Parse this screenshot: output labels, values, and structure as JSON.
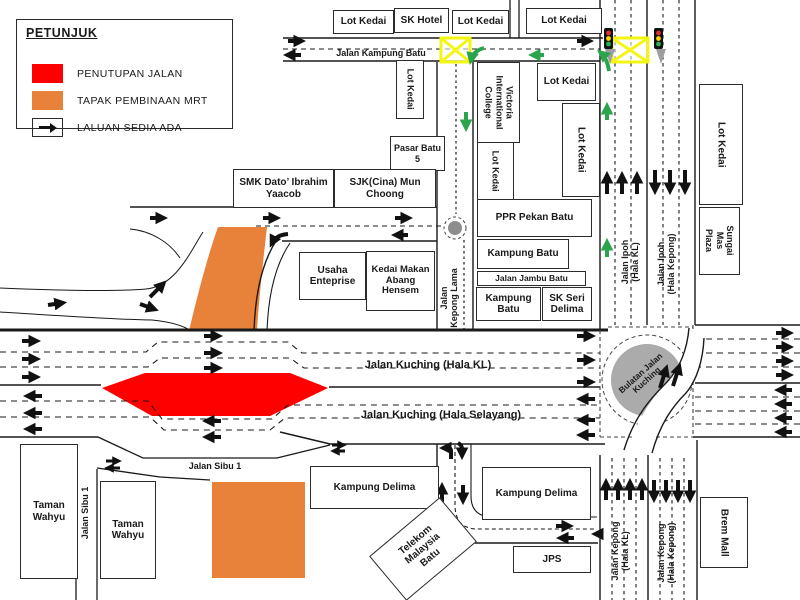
{
  "legend": {
    "title": "PETUNJUK",
    "items": [
      {
        "label": "PENUTUPAN  JALAN"
      },
      {
        "label": "TAPAK PEMBINAAN  MRT"
      },
      {
        "label": "LALUAN  SEDIA  ADA"
      }
    ]
  },
  "places": {
    "lot_kedai": "Lot Kedai",
    "sk_hotel": "SK Hotel",
    "pasar_batu_5": "Pasar Batu 5",
    "smk_dato": "SMK Dato’ Ibrahim Yaacob",
    "sjk_cina": "SJK(Cina) Mun Choong",
    "victoria_college": "Victoria International College",
    "ppr_pekan_batu": "PPR Pekan Batu",
    "kampung_batu": "Kampung Batu",
    "sk_seri_delima": "SK Seri Delima",
    "usaha_enteprise": "Usaha Enteprise",
    "kedai_makan": "Kedai Makan Abang Hensem",
    "sungai_mas_plaza": "Sungai Mas Plaza",
    "taman_wahyu": "Taman Wahyu",
    "kampung_delima": "Kampung Delima",
    "telekom_malaysia_batu": "Telekom Malaysia Batu",
    "jps": "JPS",
    "brem_mall": "Brem Mall"
  },
  "roads": {
    "jalan_kampung_batu": "Jalan Kampung Batu",
    "jalan_jambu_batu": "Jalan Jambu Batu",
    "jalan_kepong_lama": {
      "line1": "Jalan",
      "line2": "Kepong Lama"
    },
    "jalan_kuching_kl": "Jalan Kuching (Hala KL)",
    "jalan_kuching_selayang": "Jalan Kuching (Hala Selayang)",
    "jalan_ipoh_kl": {
      "line1": "Jalan Ipoh",
      "line2": "(Hala KL)"
    },
    "jalan_ipoh_kepong": {
      "line1": "Jalan Ipoh",
      "line2": "(Hala Kepong)"
    },
    "jalan_sibu_1": "Jalan Sibu 1",
    "jalan_kepong_kl": {
      "line1": "Jalan Kepong",
      "line2": "(Hala KL)"
    },
    "jalan_kepong_kepong": {
      "line1": "Jalan Kepong",
      "line2": "(Hala Kepong)"
    },
    "bulatan_jalan_kuching": {
      "line1": "Bulatan Jalan",
      "line2": "Kuching"
    }
  },
  "colors": {
    "closure_red": "#FE0000",
    "mrt_orange": "#E8813A",
    "junction_yellow": "#F5F513",
    "route_green": "#2CA44E",
    "roundabout_gray": "#ABABAB"
  }
}
